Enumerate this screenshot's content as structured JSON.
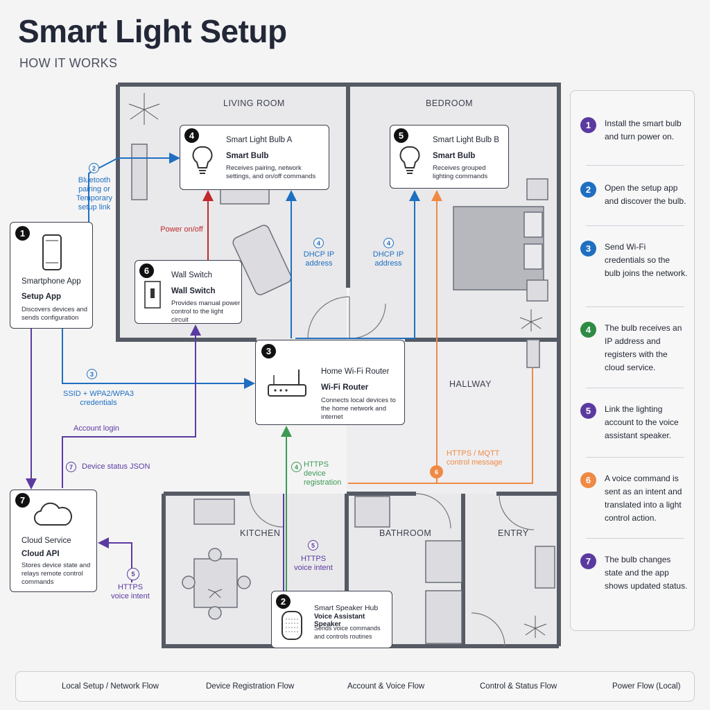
{
  "header": {
    "title": "Smart Light Setup",
    "subtitle": "HOW IT WORKS"
  },
  "rooms": {
    "living": "LIVING ROOM",
    "bedroom": "BEDROOM",
    "hallway": "HALLWAY",
    "kitchen": "KITCHEN",
    "bathroom": "BATHROOM",
    "entry": "ENTRY"
  },
  "devices": {
    "phone": {
      "num": "1",
      "name": "Smartphone App",
      "type": "Setup App",
      "desc": "Discovers devices and sends configuration"
    },
    "bulb_a": {
      "num": "4",
      "name": "Smart Light Bulb A",
      "type": "Smart Bulb",
      "desc": "Receives pairing, network settings, and on/off commands"
    },
    "bulb_b": {
      "num": "5",
      "name": "Smart Light Bulb B",
      "type": "Smart Bulb",
      "desc": "Receives grouped lighting commands"
    },
    "switch": {
      "num": "6",
      "name": "Wall Switch",
      "type": "Wall Switch",
      "desc": "Provides manual power control to the light circuit"
    },
    "router": {
      "num": "3",
      "name": "Home Wi-Fi Router",
      "type": "Wi-Fi Router",
      "desc": "Connects local devices to the home network and internet"
    },
    "cloud": {
      "num": "7",
      "name": "Cloud Service",
      "type": "Cloud API",
      "desc": "Stores device state and relays remote control commands"
    },
    "speaker": {
      "num": "2",
      "name": "Smart Speaker Hub",
      "type": "Voice Assistant Speaker",
      "desc": "Sends voice commands and controls routines"
    }
  },
  "flows": {
    "bluetooth": {
      "num": "2",
      "text": "Bluetooth pairing or Temporary setup link"
    },
    "power": {
      "text": "Power on/off"
    },
    "dhcp_a": {
      "num": "4",
      "text": "DHCP IP address"
    },
    "dhcp_b": {
      "num": "4",
      "text": "DHCP IP address"
    },
    "ssid": {
      "num": "3",
      "text": "SSID + WPA2/WPA3 credentials"
    },
    "account": {
      "text": "Account login"
    },
    "status": {
      "num": "7",
      "text": "Device status JSON"
    },
    "registration": {
      "num": "4",
      "text": "HTTPS device registration"
    },
    "mqtt": {
      "num": "6",
      "text": "HTTPS / MQTT control message"
    },
    "voice_left": {
      "num": "5",
      "text": "HTTPS voice intent"
    },
    "voice_mid": {
      "num": "5",
      "text": "HTTPS voice intent"
    }
  },
  "steps": [
    {
      "num": "1",
      "text": "Install the smart bulb and turn power on.",
      "color": "#5b3aa0"
    },
    {
      "num": "2",
      "text": "Open the setup app and discover the bulb.",
      "color": "#1f6fc0"
    },
    {
      "num": "3",
      "text": "Send Wi-Fi credentials so the bulb joins the network.",
      "color": "#1f6fc0"
    },
    {
      "num": "4",
      "text": "The bulb receives an IP address and registers with the cloud service.",
      "color": "#2e8b44"
    },
    {
      "num": "5",
      "text": "Link the lighting account to the voice assistant speaker.",
      "color": "#5b3aa0"
    },
    {
      "num": "6",
      "text": "A voice command is sent as an intent and translated into a light control action.",
      "color": "#ee8a45"
    },
    {
      "num": "7",
      "text": "The bulb changes state and the app shows updated status.",
      "color": "#5b3aa0"
    }
  ],
  "legend": [
    {
      "label": "Local Setup / Network Flow",
      "color": "#1f6fc0"
    },
    {
      "label": "Device Registration Flow",
      "color": "#3e9a52"
    },
    {
      "label": "Account & Voice Flow",
      "color": "#5b3aa0"
    },
    {
      "label": "Control & Status Flow",
      "color": "#ee8a45"
    },
    {
      "label": "Power Flow (Local)",
      "color": "#c0282a"
    }
  ],
  "icons": [
    "phone-icon",
    "bulb-icon",
    "switch-icon",
    "router-icon",
    "cloud-icon",
    "speaker-icon"
  ]
}
